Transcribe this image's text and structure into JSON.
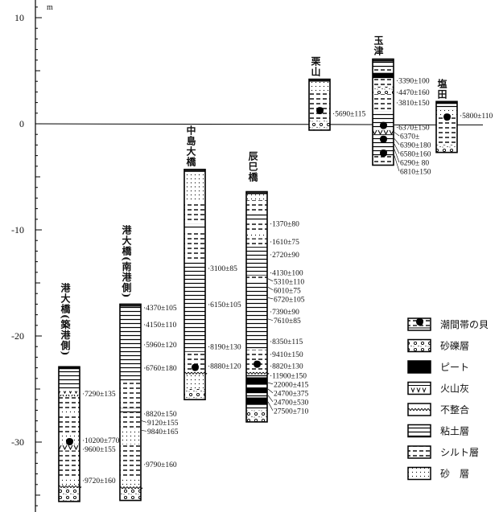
{
  "axis": {
    "unit": "m",
    "ticks": [
      10,
      0,
      -10,
      -20,
      -30
    ],
    "range": [
      -36,
      12
    ]
  },
  "columns": [
    {
      "name": "港大橋(築港側)",
      "layers": [
        [
          "clay",
          -22.9,
          -25.2
        ],
        [
          "ash",
          -25.2,
          -25.7
        ],
        [
          "silt",
          -25.7,
          -27
        ],
        [
          "sand",
          -27,
          -27.5
        ],
        [
          "silt",
          -27.5,
          -29.3
        ],
        [
          "sand",
          -29.3,
          -30.2
        ],
        [
          "ash",
          -30.2,
          -30.8
        ],
        [
          "silt",
          -30.8,
          -33.3
        ],
        [
          "sand",
          -33.3,
          -34.2
        ],
        [
          "gravel",
          -34.2,
          -35.6
        ]
      ],
      "shells": [
        -30
      ],
      "unconformities": [
        -34.2
      ],
      "dates": [
        [
          "7290±135",
          -25.4
        ],
        [
          "10200±770",
          -29.8
        ],
        [
          "9600±155",
          -30.6
        ],
        [
          "9720±160",
          -33.6
        ]
      ]
    },
    {
      "name": "港大橋(南港側)",
      "layers": [
        [
          "clay",
          -17,
          -24.4
        ],
        [
          "silt",
          -24.4,
          -26.8
        ],
        [
          "clay",
          -26.8,
          -27.2
        ],
        [
          "silt",
          -27.2,
          -28.7
        ],
        [
          "sand",
          -28.7,
          -30.2
        ],
        [
          "silt",
          -30.2,
          -33.3
        ],
        [
          "sand",
          -33.3,
          -34.3
        ],
        [
          "gravel",
          -34.3,
          -35.5
        ]
      ],
      "shells": [],
      "unconformities": [
        -34.3
      ],
      "dates": [
        [
          "4370±105",
          -17.3
        ],
        [
          "4150±110",
          -18.9
        ],
        [
          "5960±120",
          -20.8
        ],
        [
          "6760±180",
          -23.0
        ],
        [
          "8820±150",
          -27.3
        ],
        [
          "9120±155",
          -28.0
        ],
        [
          "9840±165",
          -28.9
        ],
        [
          "9790±160",
          -32.1
        ]
      ]
    },
    {
      "name": "中島大橋",
      "layers": [
        [
          "sand",
          -4.3,
          -7.3
        ],
        [
          "silt",
          -7.3,
          -9.4
        ],
        [
          "clay",
          -9.4,
          -10
        ],
        [
          "silt",
          -10,
          -13
        ],
        [
          "clay",
          -13,
          -21.5
        ],
        [
          "silt",
          -21.5,
          -23.3
        ],
        [
          "sand",
          -23.6,
          -25
        ],
        [
          "gravel",
          -25,
          -26
        ]
      ],
      "shells": [
        -23
      ],
      "unconformities": [
        -23.5
      ],
      "dates": [
        [
          "3100±85",
          -13.6
        ],
        [
          "6150±105",
          -17.0
        ],
        [
          "8190±130",
          -21.0
        ],
        [
          "8880±120",
          -22.8
        ]
      ]
    },
    {
      "name": "辰巳橋",
      "layers": [
        [
          "sand",
          -6.4,
          -7.2
        ],
        [
          "silt",
          -7.2,
          -8.5
        ],
        [
          "clay",
          -8.5,
          -9.2
        ],
        [
          "silt",
          -9.2,
          -10.2
        ],
        [
          "sand",
          -10.2,
          -10.8
        ],
        [
          "silt",
          -10.8,
          -11.6
        ],
        [
          "clay",
          -11.6,
          -14.3
        ],
        [
          "silt",
          -14.3,
          -14.8
        ],
        [
          "clay",
          -14.8,
          -21.3
        ],
        [
          "silt",
          -21.3,
          -23.3
        ],
        [
          "clay",
          -23.6,
          -23.9
        ],
        [
          "peat",
          -23.9,
          -24.6
        ],
        [
          "clay",
          -24.6,
          -24.9
        ],
        [
          "peat",
          -24.9,
          -25.4
        ],
        [
          "clay",
          -25.4,
          -25.8
        ],
        [
          "peat",
          -25.8,
          -26.5
        ],
        [
          "clay",
          -26.5,
          -27
        ],
        [
          "gravel",
          -27,
          -28.1
        ]
      ],
      "shells": [
        -22.7
      ],
      "unconformities": [
        -23.5
      ],
      "dates": [
        [
          "1370±80",
          -9.4
        ],
        [
          "1610±75",
          -11.1
        ],
        [
          "2720±90",
          -12.3
        ],
        [
          "4130±100",
          -14.0
        ],
        [
          "5310±110",
          -14.6
        ],
        [
          "6010±75",
          -15.4
        ],
        [
          "6720±105",
          -16.4
        ],
        [
          "7390±90",
          -17.7
        ],
        [
          "7610±85",
          -18.4
        ],
        [
          "8350±115",
          -20.5
        ],
        [
          "9410±150",
          -21.7
        ],
        [
          "8820±130",
          -22.8
        ],
        [
          "11900±150",
          -23.7
        ],
        [
          "22000±415",
          -24.4
        ],
        [
          "24700±375",
          -25.0
        ],
        [
          "24700±530",
          -25.6
        ],
        [
          "27500±710",
          -26.2
        ]
      ]
    },
    {
      "name": "栗山",
      "layers": [
        [
          "sand",
          4.2,
          3.0
        ],
        [
          "silt",
          3.0,
          0.3
        ],
        [
          "gravel",
          0.3,
          -0.6
        ]
      ],
      "shells": [
        1.2
      ],
      "unconformities": [],
      "dates": [
        [
          "5690±115",
          1.0
        ]
      ]
    },
    {
      "name": "玉津",
      "layers": [
        [
          "clay",
          6.1,
          5.3
        ],
        [
          "silt",
          5.3,
          4.8
        ],
        [
          "peat",
          4.8,
          4.3
        ],
        [
          "silt",
          4.3,
          3.5
        ],
        [
          "gravel",
          3.5,
          2.8
        ],
        [
          "silt",
          2.8,
          1.2
        ],
        [
          "clay",
          1.2,
          -3
        ],
        [
          "ash",
          -0.6,
          -1.0
        ],
        [
          "silt",
          -3,
          -3.9
        ]
      ],
      "shells": [
        -0.2,
        -1.5,
        -2.8
      ],
      "unconformities": [],
      "dates": [
        [
          "3390±100",
          4.1
        ],
        [
          "4470±160",
          3.0
        ],
        [
          "3810±150",
          2.0
        ],
        [
          "6370±150",
          -0.3
        ],
        [
          "6370±",
          -0.8
        ],
        [
          "6390±180",
          -1.4
        ],
        [
          "6580±160",
          -1.9
        ],
        [
          "6290± 80",
          -2.4
        ],
        [
          "6810±150",
          -3.0
        ]
      ]
    },
    {
      "name": "塩田",
      "layers": [
        [
          "clay",
          2.1,
          1.3
        ],
        [
          "sand",
          1.3,
          0.6
        ],
        [
          "silt",
          0.6,
          -2.0
        ],
        [
          "gravel",
          -2.0,
          -2.7
        ]
      ],
      "shells": [
        0.6
      ],
      "unconformities": [],
      "dates": [
        [
          "5800±110",
          0.8
        ]
      ]
    }
  ],
  "legend": [
    {
      "type": "shell",
      "label": "潮間帯の貝"
    },
    {
      "type": "gravel",
      "label": "砂礫層"
    },
    {
      "type": "peat",
      "label": "ピート"
    },
    {
      "type": "ash",
      "label": "火山灰"
    },
    {
      "type": "unconformity",
      "label": "不整合"
    },
    {
      "type": "clay",
      "label": "粘土層"
    },
    {
      "type": "silt",
      "label": "シルト層"
    },
    {
      "type": "sand",
      "label": "砂　層"
    }
  ]
}
